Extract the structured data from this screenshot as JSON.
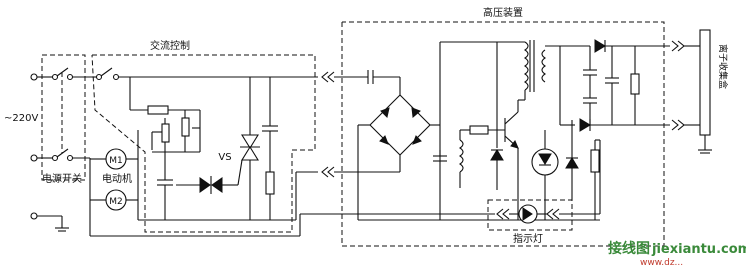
{
  "labels": {
    "high_voltage_unit": "高压装置",
    "ac_control": "交流控制",
    "supply_voltage": "~220V",
    "power_switch": "电源开关",
    "motor": "电动机",
    "indicator_lamp": "指示灯",
    "ion_collector": "离子收集盒",
    "triac": "VS",
    "motor1": "M1",
    "motor2": "M2"
  },
  "watermark": {
    "site": "接线图",
    "url": "jiexiantu.com",
    "url_small": "www.dz..."
  },
  "colors": {
    "line": "#111111",
    "background": "#ffffff",
    "watermark": "#3a8a3a"
  }
}
